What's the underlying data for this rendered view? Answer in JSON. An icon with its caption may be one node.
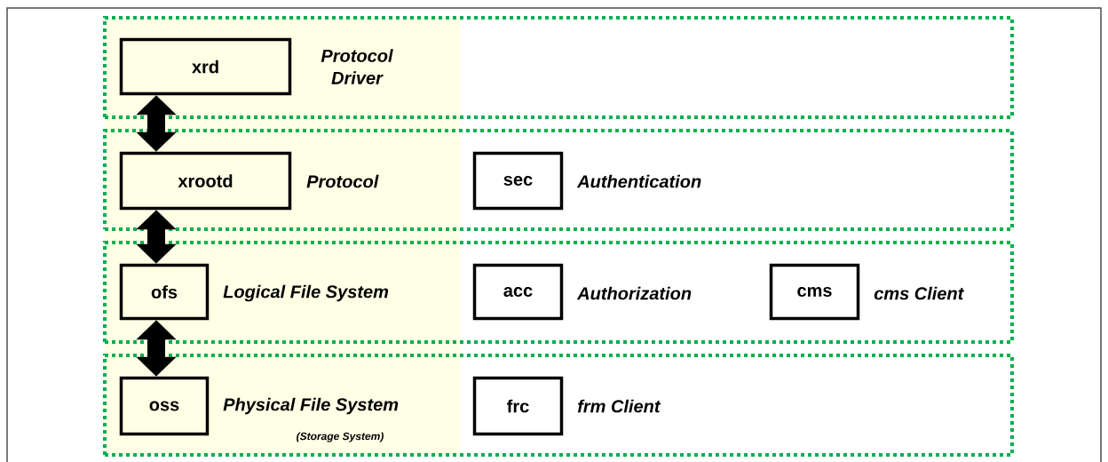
{
  "diagram": {
    "nodes": [
      {
        "text": [],
        "shape": "band"
      },
      {
        "text": [
          "xrd"
        ],
        "in": 0,
        "beside": [
          "Protocol Driver"
        ]
      },
      {
        "text": [],
        "shape": "band"
      },
      {
        "text": [
          "xrootd"
        ],
        "in": 2,
        "beside": [
          "Protocol"
        ]
      },
      {
        "text": [
          "sec"
        ],
        "in": 2,
        "beside": [
          "Authentication"
        ]
      },
      {
        "text": [],
        "shape": "band"
      },
      {
        "text": [
          "ofs"
        ],
        "in": 5,
        "beside": [
          "Logical File System"
        ]
      },
      {
        "text": [
          "acc"
        ],
        "in": 5,
        "beside": [
          "Authorization"
        ]
      },
      {
        "text": [
          "cms"
        ],
        "in": 5,
        "beside": [
          "cms Client"
        ]
      },
      {
        "text": [],
        "shape": "band"
      },
      {
        "text": [
          "oss"
        ],
        "in": 9,
        "beside": [
          "Physical File System",
          "(Storage System)"
        ]
      },
      {
        "text": [
          "frc"
        ],
        "in": 9,
        "beside": [
          "frm Client"
        ]
      }
    ],
    "edges": [
      {
        "from": 1,
        "to": 3,
        "arrow": "both"
      },
      {
        "from": 3,
        "to": 6,
        "arrow": "both"
      },
      {
        "from": 6,
        "to": 10,
        "arrow": "both"
      }
    ]
  }
}
